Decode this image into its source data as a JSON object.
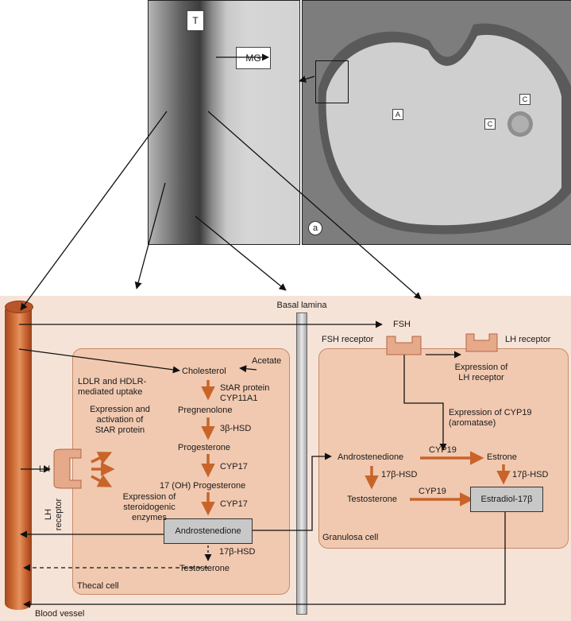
{
  "micrograph_zoom": {
    "label_T": "T",
    "label_MG": "MG"
  },
  "micrograph_follicle": {
    "label_A": "A",
    "label_C1": "C",
    "label_C2": "C",
    "panel_letter": "a"
  },
  "diagram": {
    "basal_lamina": "Basal lamina",
    "blood_vessel": "Blood vessel",
    "thecal_cell": "Thecal cell",
    "granulosa_cell": "Granulosa cell",
    "fsh": "FSH",
    "fsh_receptor": "FSH receptor",
    "lh_receptor_top": "LH receptor",
    "expression_lh_receptor": [
      "Expression of",
      "LH receptor"
    ],
    "acetate": "Acetate",
    "cholesterol": "Cholesterol",
    "ldlr_uptake": [
      "LDLR and HDLR-",
      "mediated uptake"
    ],
    "star_expression": [
      "Expression and",
      "activation of",
      "StAR protein"
    ],
    "star_cyp": [
      "StAR protein",
      "CYP11A1"
    ],
    "pregnenolone": "Pregnenolone",
    "hsd3b": "3β-HSD",
    "progesterone": "Progesterone",
    "cyp17_a": "CYP17",
    "oh_progesterone": "17 (OH) Progesterone",
    "cyp17_b": "CYP17",
    "androstenedione_theca": "Androstenedione",
    "hsd17_theca": "17β-HSD",
    "testosterone_theca": "Testosterone",
    "lh": "LH",
    "lh_receptor_side": [
      "LH",
      "receptor"
    ],
    "steroidogenic": [
      "Expression of",
      "steroidogenic",
      "enzymes"
    ],
    "cyp19_expression": [
      "Expression of CYP19",
      "(aromatase)"
    ],
    "androstenedione_gran": "Androstenedione",
    "cyp19_a": "CYP19",
    "estrone": "Estrone",
    "hsd17_gran_left": "17β-HSD",
    "hsd17_gran_right": "17β-HSD",
    "testosterone_gran": "Testosterone",
    "cyp19_b": "CYP19",
    "estradiol": "Estradiol-17β"
  },
  "colors": {
    "panel_bg": "#f6e3d7",
    "cell_fill": "#f1c9b0",
    "arrow_orange": "#c8642a",
    "vessel": "#c8662f",
    "box_grey": "#c8c8c8"
  }
}
